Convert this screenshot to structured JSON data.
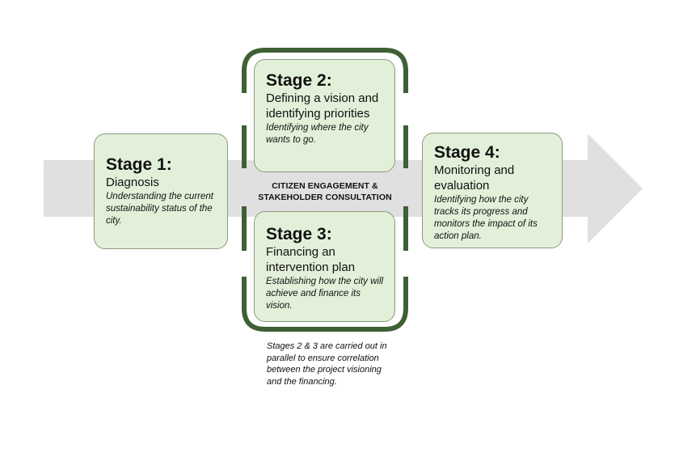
{
  "colors": {
    "arrow": "#e0e0e0",
    "stage_fill": "#e3f0d9",
    "stage_border": "#8a9a80",
    "bracket": "#3f5f34"
  },
  "stages": [
    {
      "title": "Stage 1:",
      "subtitle": "Diagnosis",
      "description": "Understanding the current sustainability status of the city."
    },
    {
      "title": "Stage 2:",
      "subtitle": "Defining a vision and identifying priorities",
      "description": "Identifying where the city wants to go."
    },
    {
      "title": "Stage 3:",
      "subtitle": "Financing an intervention plan",
      "description": "Establishing how the city will achieve and finance its vision."
    },
    {
      "title": "Stage 4:",
      "subtitle": "Monitoring and evaluation",
      "description": "Identifying how the city tracks its progress and monitors the impact of its action plan."
    }
  ],
  "engagement": {
    "line1": "CITIZEN ENGAGEMENT &",
    "line2": "STAKEHOLDER CONSULTATION"
  },
  "parallel_note": "Stages 2 & 3 are carried out in parallel to ensure correlation between the project visioning and the financing."
}
